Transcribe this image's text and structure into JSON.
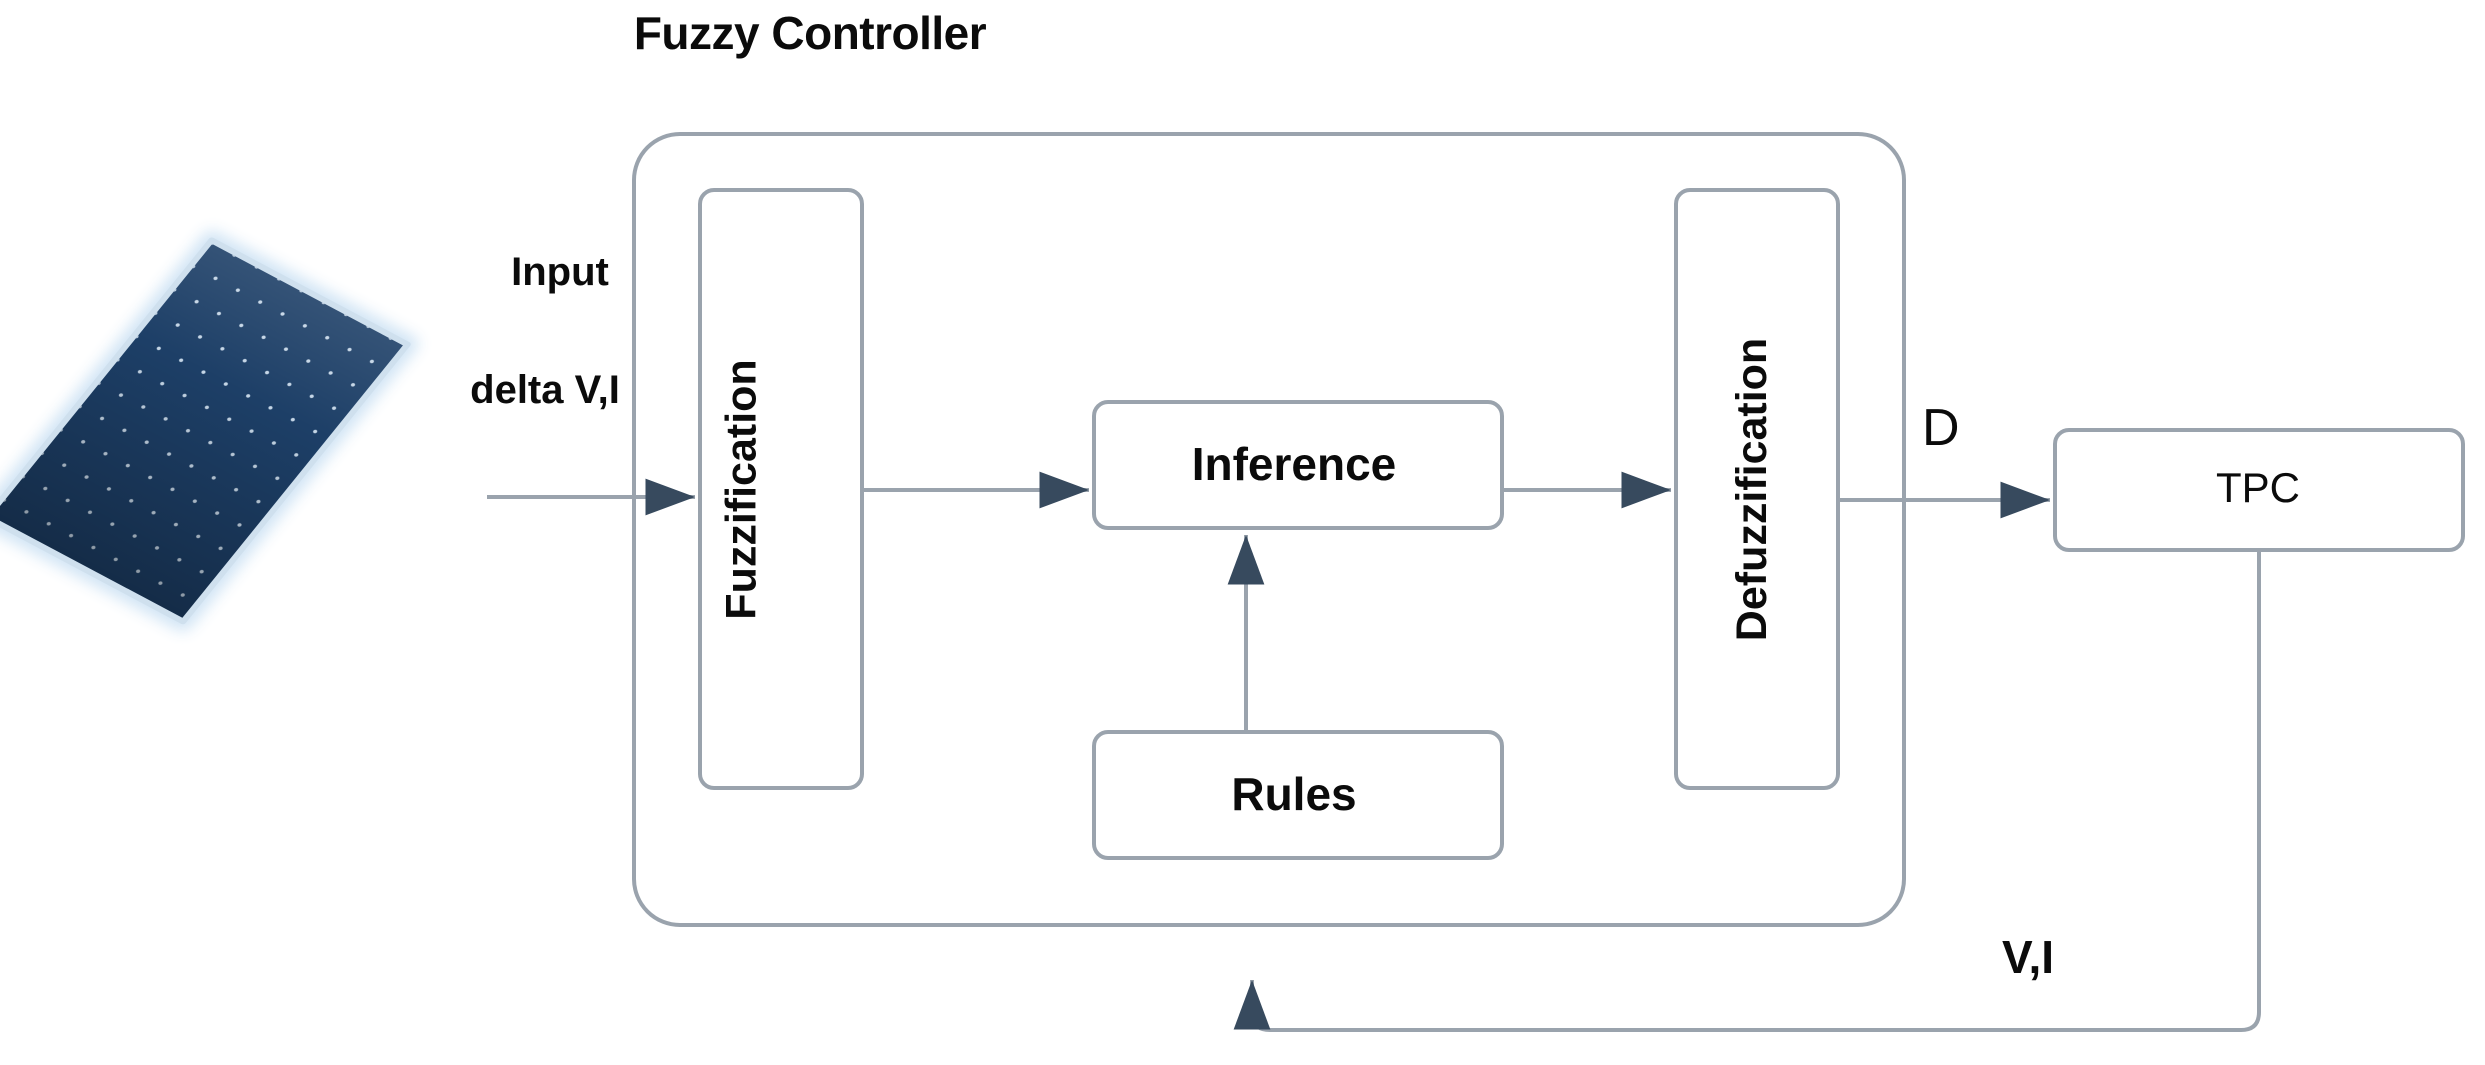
{
  "diagram": {
    "title": "Fuzzy Controller",
    "type": "block-diagram",
    "labels": {
      "input_line1": "Input",
      "input_line2": "delta V,I",
      "duty_cycle": "D",
      "feedback": "V,I"
    },
    "blocks": [
      {
        "id": "fuzzification",
        "label": "Fuzzification",
        "orientation": "vertical",
        "inside_controller": true
      },
      {
        "id": "inference",
        "label": "Inference",
        "orientation": "horizontal",
        "inside_controller": true
      },
      {
        "id": "rules",
        "label": "Rules",
        "orientation": "horizontal",
        "inside_controller": true
      },
      {
        "id": "defuzzification",
        "label": "Defuzzification",
        "orientation": "vertical",
        "inside_controller": true
      },
      {
        "id": "tpc",
        "label": "TPC",
        "orientation": "horizontal",
        "inside_controller": false
      }
    ],
    "image": {
      "solar_panel_alt": "photovoltaic-solar-panel"
    },
    "connections": [
      {
        "from": "solar-panel",
        "to": "fuzzification",
        "label": "delta V,I"
      },
      {
        "from": "fuzzification",
        "to": "inference",
        "label": ""
      },
      {
        "from": "rules",
        "to": "inference",
        "label": ""
      },
      {
        "from": "inference",
        "to": "defuzzification",
        "label": ""
      },
      {
        "from": "defuzzification",
        "to": "tpc",
        "label": "D"
      },
      {
        "from": "tpc",
        "to": "fuzzy-controller",
        "label": "V,I"
      }
    ],
    "colors": {
      "stroke": "#9aa3ad",
      "arrow_head": "#374a5e",
      "text": "#0b0b0b",
      "background": "#ffffff",
      "panel_dark": "#1d3f67",
      "panel_frame": "#cfe0ee"
    }
  }
}
